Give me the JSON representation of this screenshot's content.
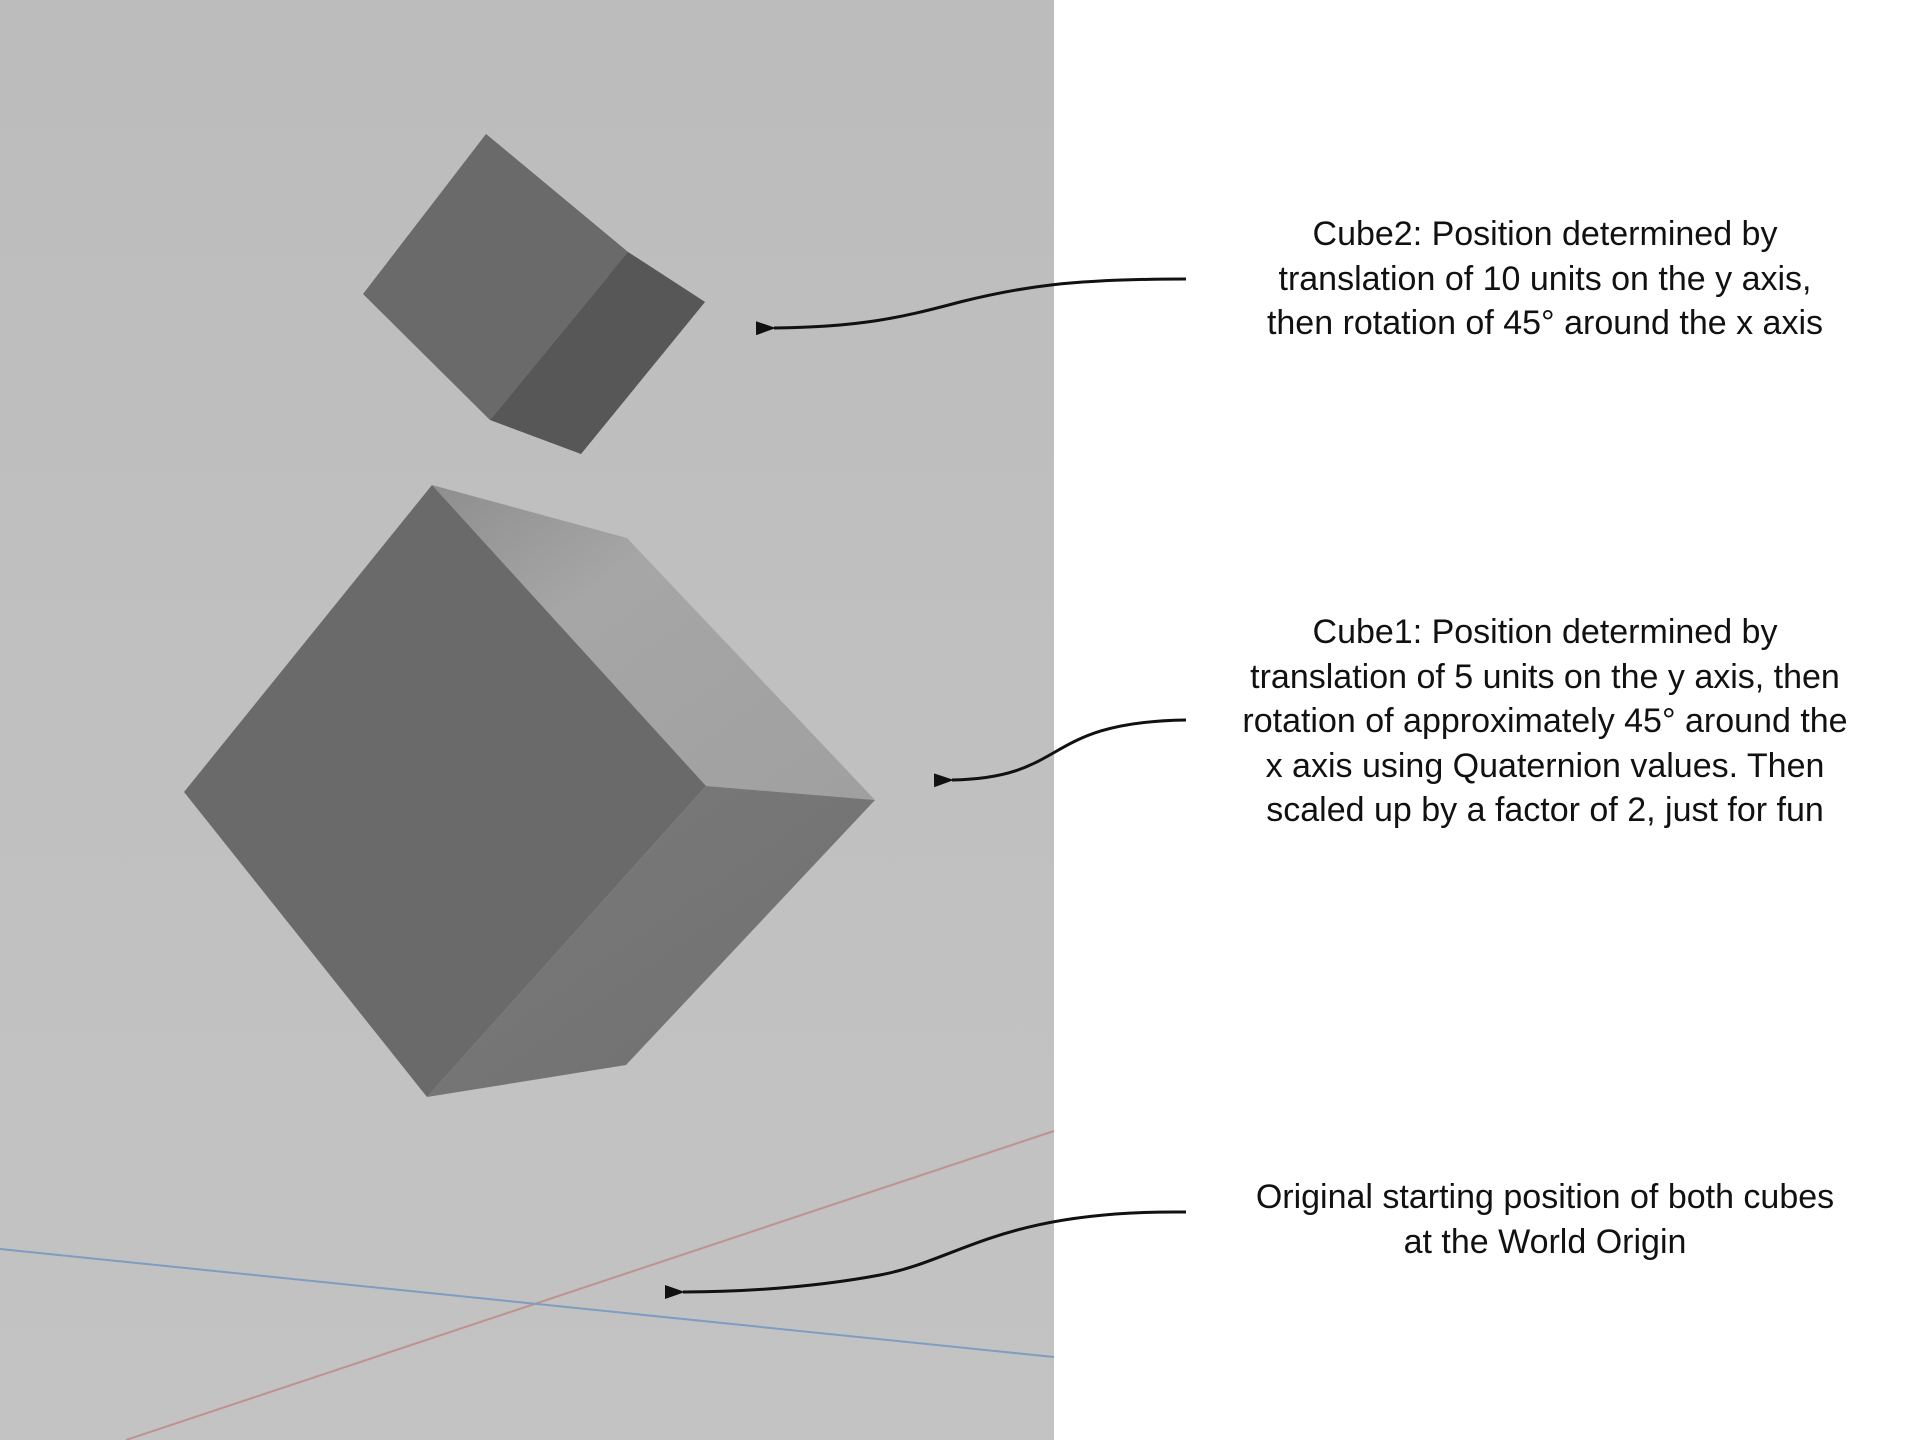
{
  "colors": {
    "background": "#ffffff",
    "viewport_top": "#bdbdbd",
    "viewport_bottom": "#c2c2c2",
    "cube_front": "#6a6a6a",
    "cube_side": "#585858",
    "cube_top": "#7c7c7c",
    "cube1_right": "#7a7a7a",
    "cube1_top": "#a3a3a3",
    "axis_x": "#c0928e",
    "axis_y": "#7f9cc2",
    "arrow": "#111111",
    "text": "#111111"
  },
  "annotations": {
    "cube2": "Cube2: Position determined by\ntranslation of 10 units on the y axis,\nthen rotation of 45° around the x axis",
    "cube1": "Cube1: Position determined by\ntranslation of 5 units on the y axis, then\nrotation of approximately 45° around the\nx axis using Quaternion values. Then\nscaled up by a factor of 2, just for fun",
    "origin": "Original starting position of both cubes\nat the World Origin"
  }
}
